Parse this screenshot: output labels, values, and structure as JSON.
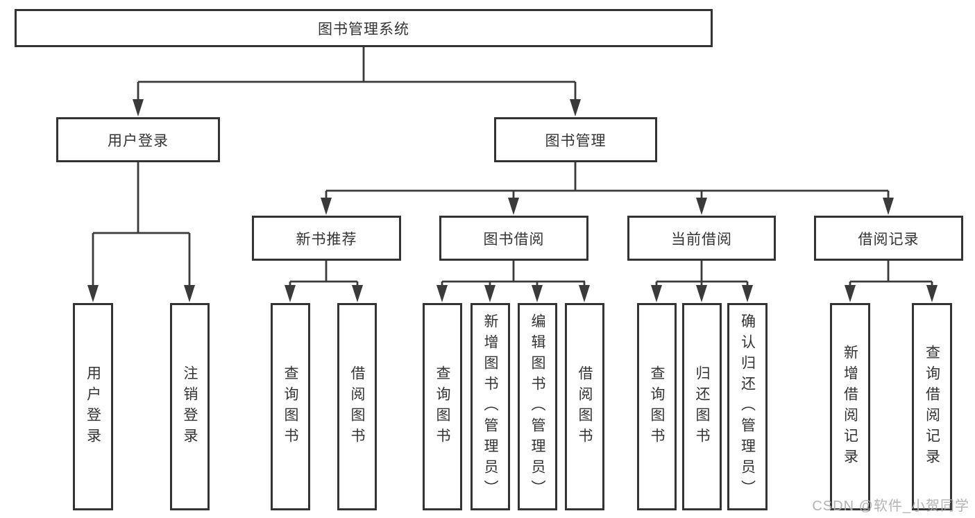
{
  "diagram": {
    "root": {
      "label": "图书管理系统"
    },
    "level2": [
      {
        "label": "用户登录"
      },
      {
        "label": "图书管理"
      }
    ],
    "level3": [
      {
        "label": "新书推荐"
      },
      {
        "label": "图书借阅"
      },
      {
        "label": "当前借阅"
      },
      {
        "label": "借阅记录"
      }
    ],
    "leaves": {
      "user_login": [
        "用户登录",
        "注销登录"
      ],
      "new_book_recommend": [
        "查询图书",
        "借阅图书"
      ],
      "book_borrow": [
        "查询图书",
        "新增图书（管理员）",
        "编辑图书（管理员）",
        "借阅图书"
      ],
      "current_borrow": [
        "查询图书",
        "归还图书",
        "确认归还（管理员）"
      ],
      "borrow_record": [
        "新增借阅记录",
        "查询借阅记录"
      ]
    }
  },
  "watermark": "CSDN @软件_小贺同学",
  "colors": {
    "line": "#3a3a3a",
    "box_border": "#333333",
    "text": "#333333",
    "watermark": "#acacac",
    "background": "#ffffff"
  }
}
